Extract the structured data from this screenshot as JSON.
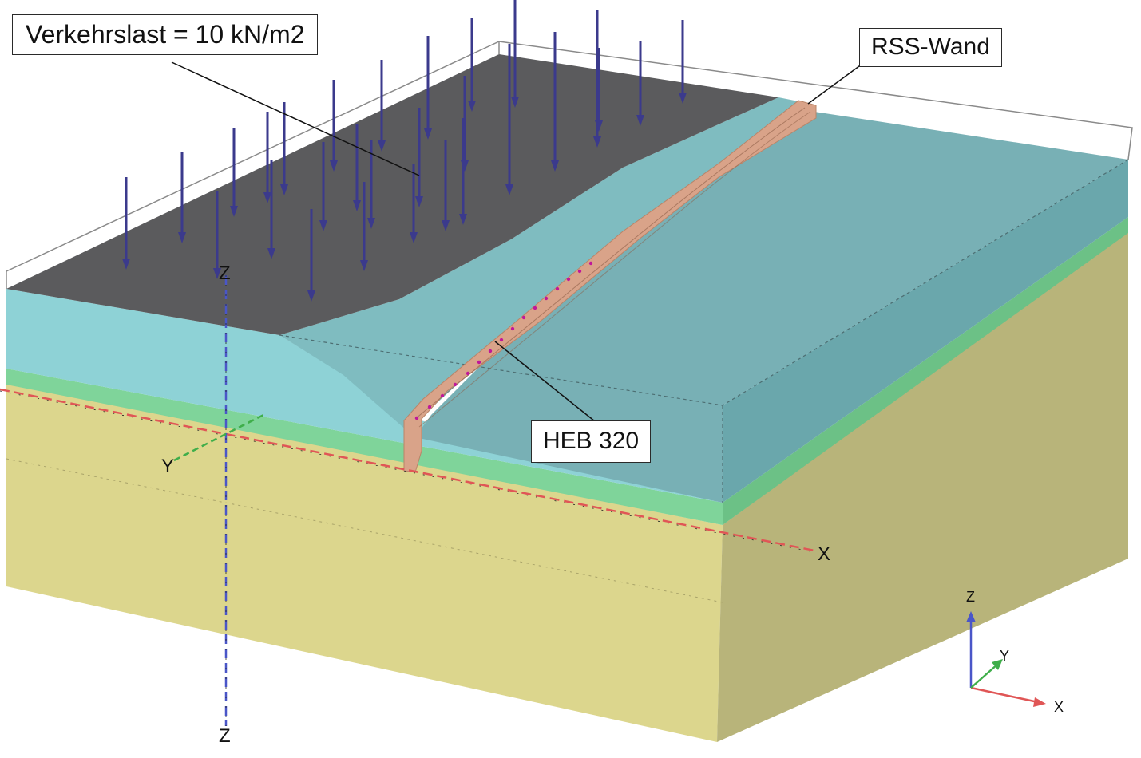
{
  "callouts": {
    "load_label": "Verkehrslast = 10 kN/m2",
    "wall_label": "RSS-Wand",
    "beam_label": "HEB 320"
  },
  "model_axes": {
    "z_top": "Z",
    "z_bottom": "Z",
    "y": "Y",
    "x": "X"
  },
  "orientation_triad": {
    "z": "Z",
    "y": "Y",
    "x": "X"
  },
  "colors": {
    "traffic_surface": "#5c5c5e",
    "fill_layer": "#8fd0d4",
    "fill_top": "#7fb9bd",
    "thin_layer": "#7fd49a",
    "subsoil": "#dfd98f",
    "subsoil_side": "#b9b57a",
    "wall": "#d9a48a",
    "load_arrows": "#3b3a8c",
    "x_axis": "#e05656",
    "y_axis": "#3fae4a",
    "z_axis": "#4a56c8"
  }
}
